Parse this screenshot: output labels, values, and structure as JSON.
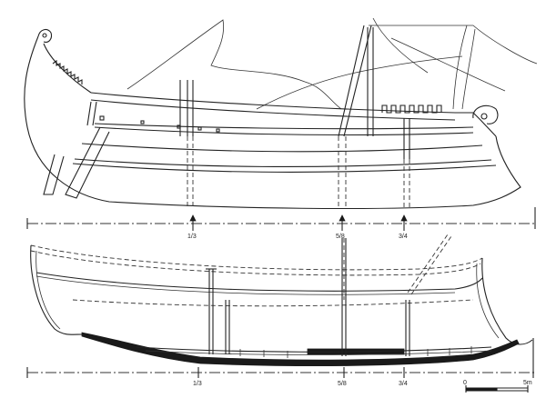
{
  "stations": {
    "upper": [
      "1/3",
      "5/8",
      "3/4"
    ],
    "lower": [
      "1/3",
      "5/8",
      "3/4"
    ]
  },
  "scale_bar": {
    "start_label": "0",
    "end_label": "5m"
  }
}
